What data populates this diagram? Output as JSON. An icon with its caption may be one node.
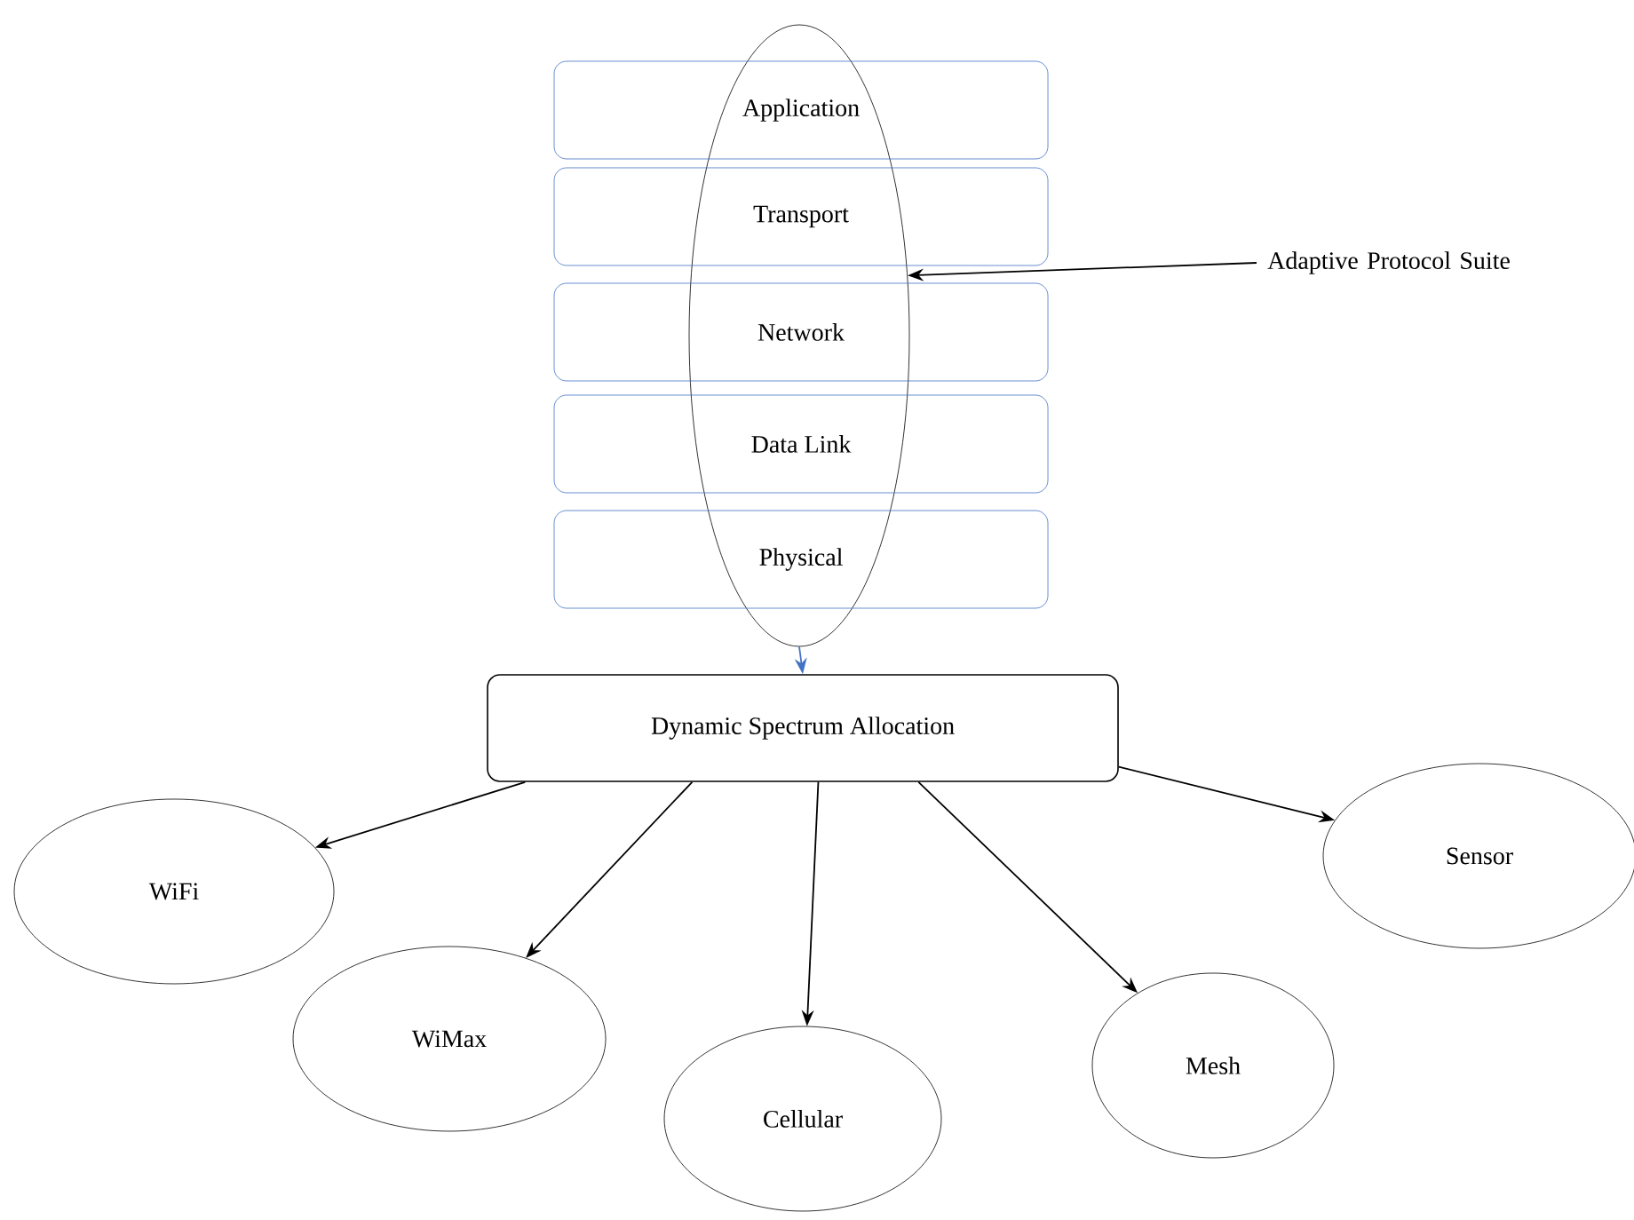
{
  "diagram": {
    "nodes": [
      {
        "text": [
          "Application"
        ]
      },
      {
        "text": [
          "Transport"
        ]
      },
      {
        "text": [
          "Network"
        ]
      },
      {
        "text": [
          "Data Link"
        ]
      },
      {
        "text": [
          "Physical"
        ]
      },
      {
        "text": [],
        "shape": "ellipse"
      },
      {
        "text": [
          "Adaptive Protocol Suite"
        ]
      },
      {
        "text": [
          "Dynamic Spectrum Allocation"
        ]
      },
      {
        "text": [
          "WiFi"
        ]
      },
      {
        "text": [
          "WiMax"
        ]
      },
      {
        "text": [
          "Cellular"
        ]
      },
      {
        "text": [
          "Mesh"
        ]
      },
      {
        "text": [
          "Sensor"
        ]
      }
    ],
    "edges": [
      {
        "from": 6,
        "to": 5,
        "arrow": "to"
      },
      {
        "from": 5,
        "to": 7,
        "arrow": "to",
        "color": "#4472c4"
      },
      {
        "from": 7,
        "to": 8,
        "arrow": "to"
      },
      {
        "from": 7,
        "to": 9,
        "arrow": "to"
      },
      {
        "from": 7,
        "to": 10,
        "arrow": "to"
      },
      {
        "from": 7,
        "to": 11,
        "arrow": "to"
      },
      {
        "from": 7,
        "to": 12,
        "arrow": "to"
      }
    ]
  }
}
